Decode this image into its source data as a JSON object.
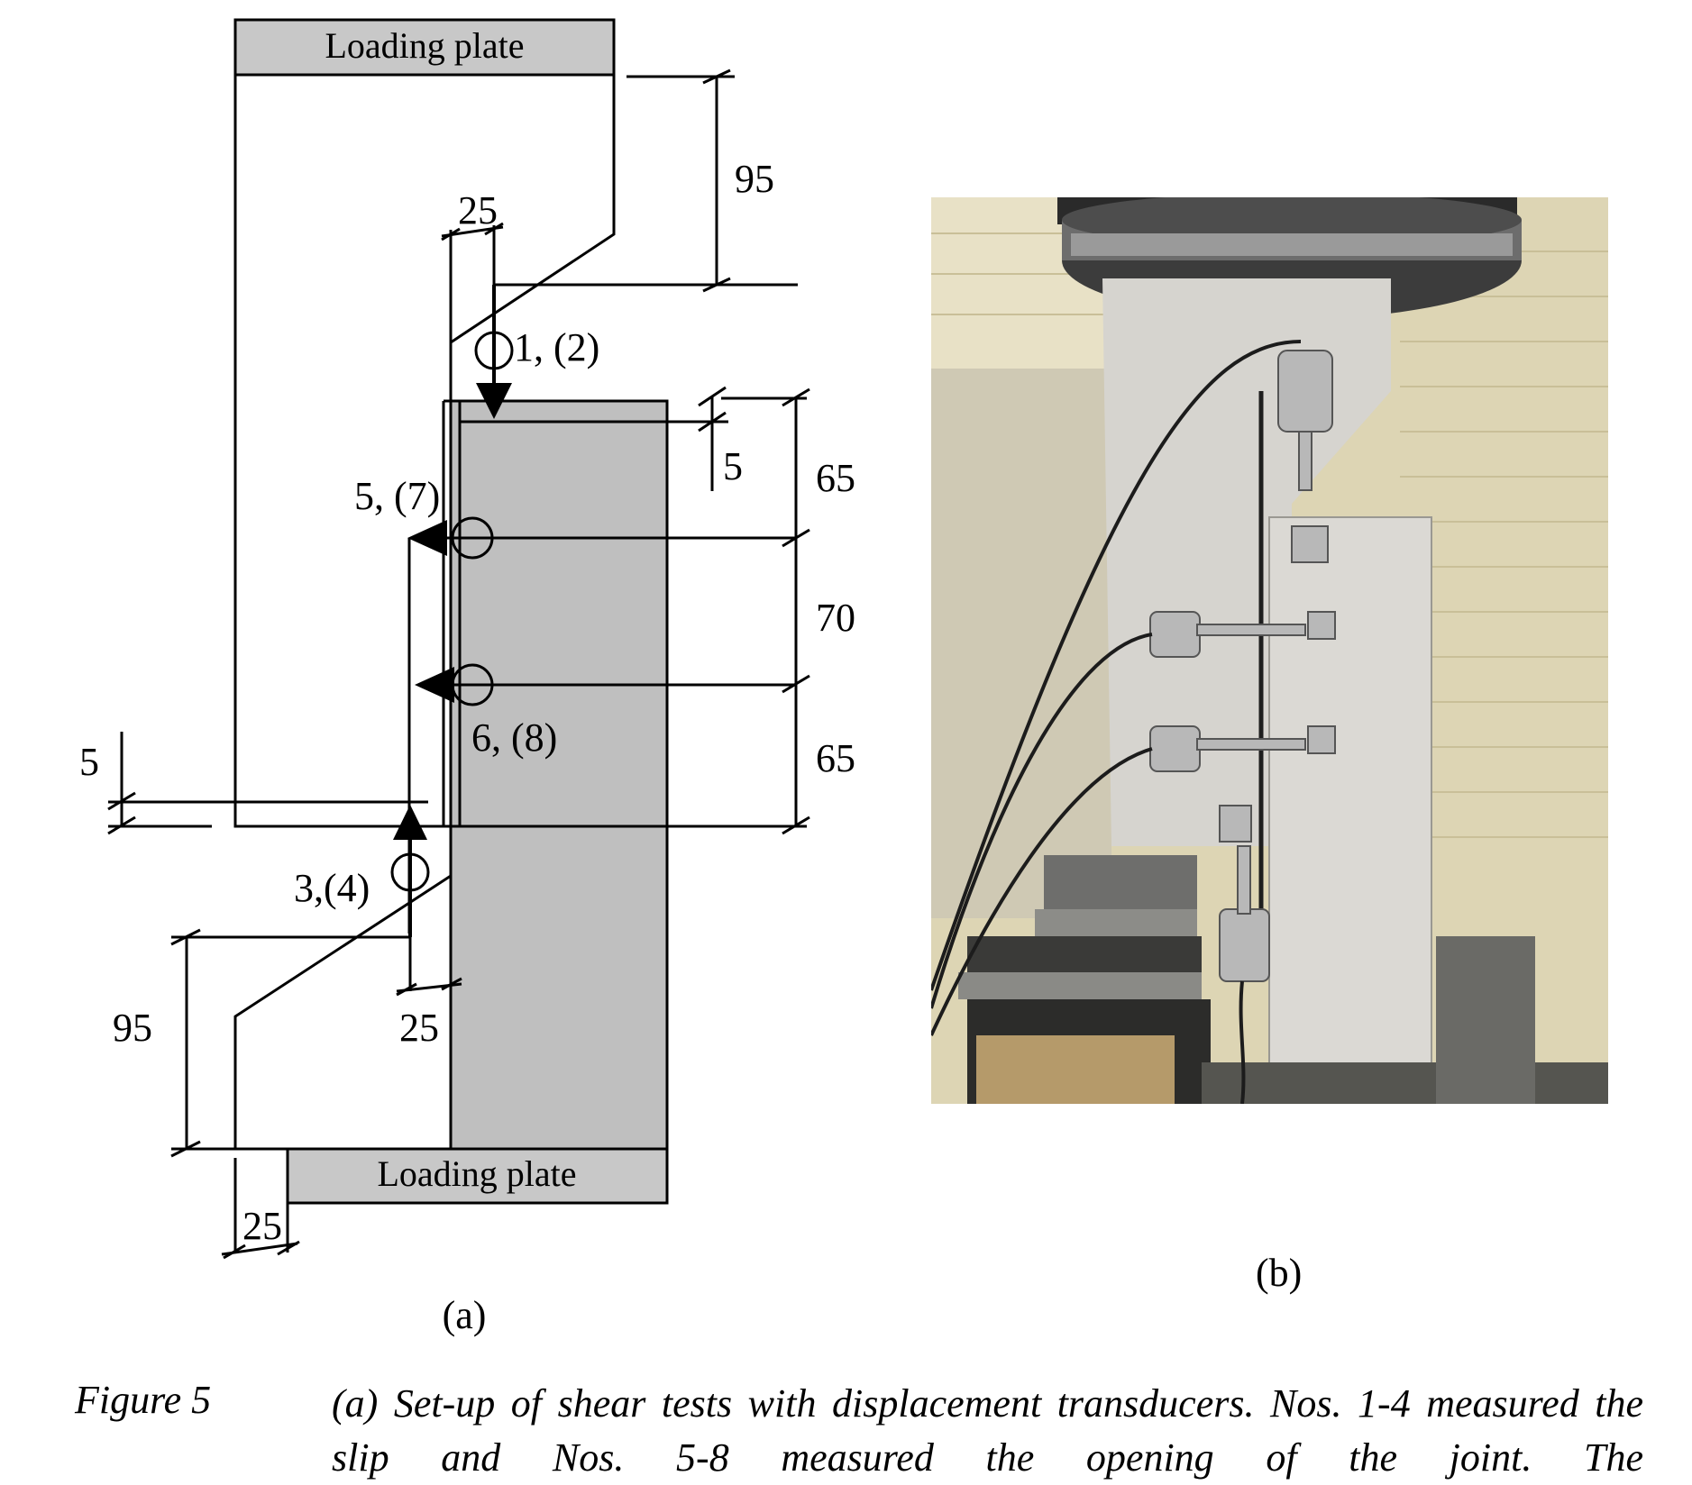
{
  "figure_a": {
    "top_plate_label": "Loading plate",
    "bottom_plate_label": "Loading plate",
    "dimensions": {
      "top_height": "95",
      "top_offset": "25",
      "right_small": "5",
      "right_top": "65",
      "right_mid": "70",
      "right_bottom": "65",
      "left_small": "5",
      "bottom_height": "95",
      "bottom_offset": "25",
      "plate_offset": "25"
    },
    "transducers": {
      "t1": "1, (2)",
      "t5": "5, (7)",
      "t6": "6, (8)",
      "t3": "3,(4)"
    },
    "panel_label": "(a)"
  },
  "figure_b": {
    "panel_label": "(b)"
  },
  "caption": {
    "label": "Figure 5",
    "text": "(a) Set-up of shear tests with displacement transducers. Nos. 1-4 measured the slip and Nos.  5-8 measured the opening of the joint. The"
  },
  "colors": {
    "specimen_gray": "#bfbfbf",
    "plate_gray": "#c8c8c8",
    "concrete": "#d8d6d0",
    "wall": "#e4dcbc"
  }
}
